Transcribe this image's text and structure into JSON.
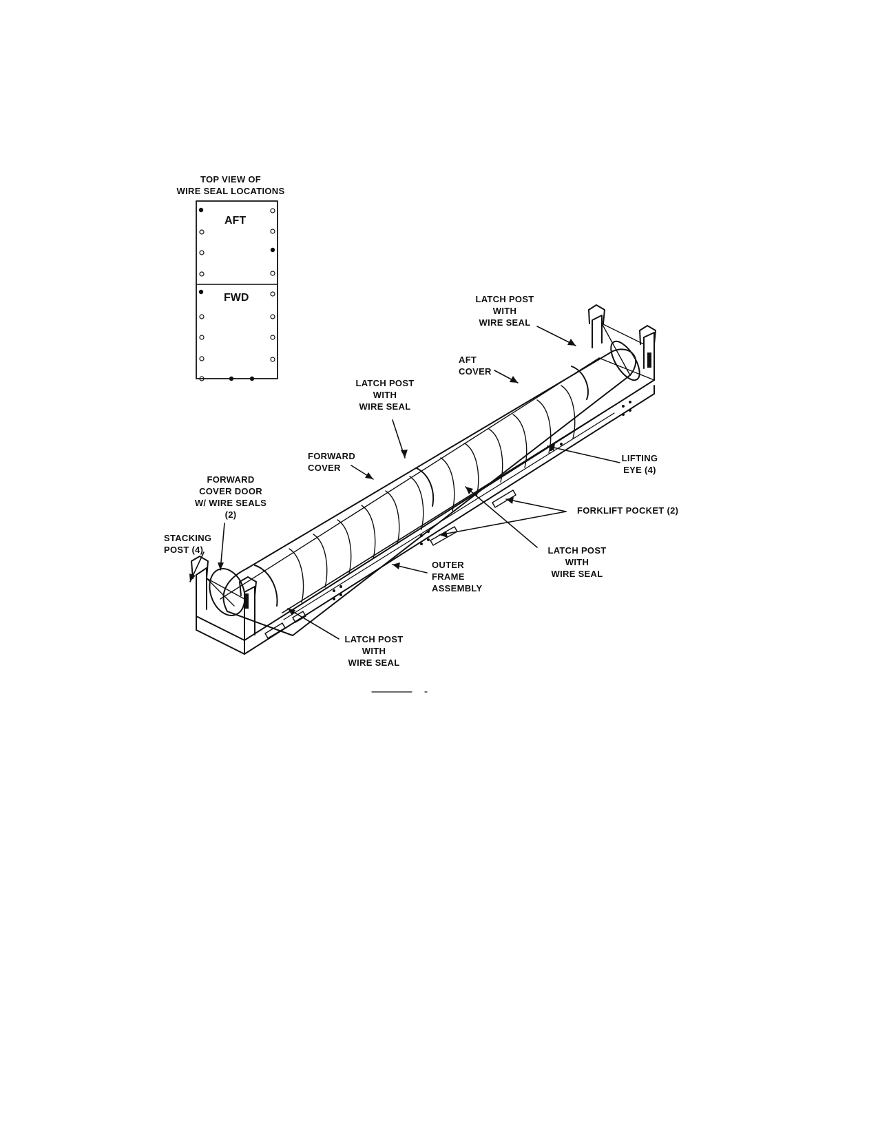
{
  "inset": {
    "title_lines": [
      "TOP VIEW OF",
      "WIRE SEAL LOCATIONS"
    ],
    "aft_label": "AFT",
    "fwd_label": "FWD"
  },
  "callouts": {
    "latch_post_aft": [
      "LATCH POST",
      "WITH",
      "WIRE SEAL"
    ],
    "aft_cover": [
      "AFT",
      "COVER"
    ],
    "latch_post_top": [
      "LATCH POST",
      "WITH",
      "WIRE SEAL"
    ],
    "forward_cover": [
      "FORWARD",
      "COVER"
    ],
    "forward_cover_door": [
      "FORWARD",
      "COVER DOOR",
      "W/ WIRE SEALS",
      "(2)"
    ],
    "stacking_post": [
      "STACKING",
      "POST (4)"
    ],
    "lifting_eye": [
      "LIFTING",
      "EYE (4)"
    ],
    "forklift_pocket": [
      "FORKLIFT POCKET (2)"
    ],
    "latch_post_mid": [
      "LATCH POST",
      "WITH",
      "WIRE SEAL"
    ],
    "outer_frame": [
      "OUTER",
      "FRAME",
      "ASSEMBLY"
    ],
    "latch_post_bottom": [
      "LATCH POST",
      "WITH",
      "WIRE SEAL"
    ]
  }
}
